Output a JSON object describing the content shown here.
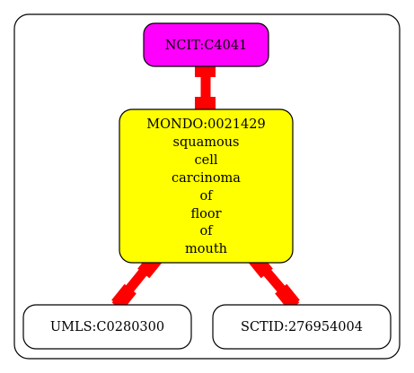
{
  "graph": {
    "nodes": {
      "ncit": {
        "label": "NCIT:C4041",
        "fill": "#ff00ff"
      },
      "mondo": {
        "lines": [
          "MONDO:0021429",
          "squamous",
          "cell",
          "carcinoma",
          "of",
          "floor",
          "of",
          "mouth"
        ],
        "fill": "#ffff00"
      },
      "umls": {
        "label": "UMLS:C0280300",
        "fill": "#ffffff"
      },
      "sctid": {
        "label": "SCTID:276954004",
        "fill": "#ffffff"
      }
    },
    "edges": [
      {
        "from": "ncit",
        "to": "mondo",
        "color": "#ff0000"
      },
      {
        "from": "mondo",
        "to": "umls",
        "color": "#ff0000"
      },
      {
        "from": "mondo",
        "to": "sctid",
        "color": "#ff0000"
      }
    ]
  }
}
